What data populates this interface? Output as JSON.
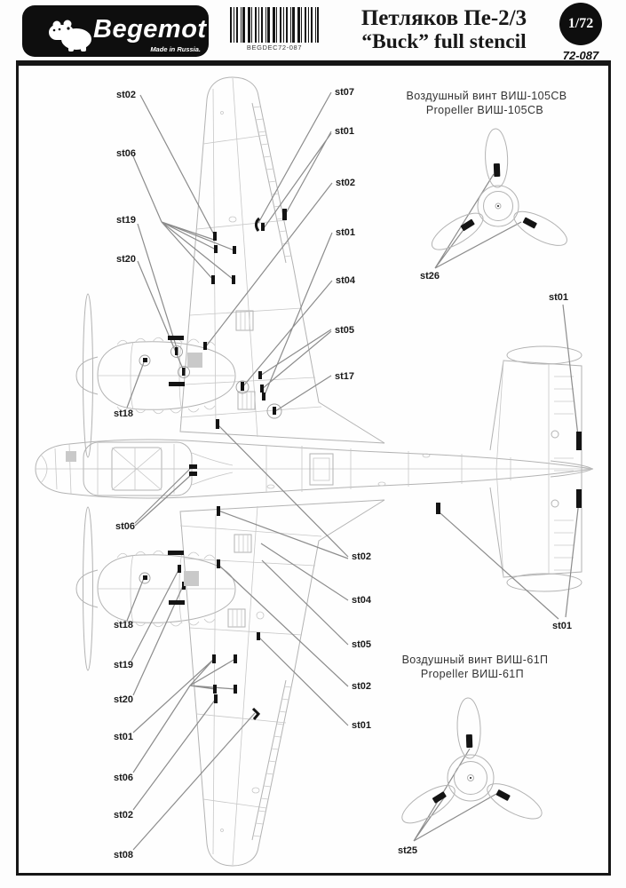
{
  "header": {
    "brand": "Begemot",
    "made_in": "Made in Russia.",
    "barcode_text": "BEGDEC72-087",
    "title_line1": "Петляков Пе-2/3",
    "title_line2": "“Buck” full stencil",
    "scale": "1/72",
    "product_code": "72-087"
  },
  "labels": {
    "left": [
      "st02",
      "st06",
      "st19",
      "st20",
      "st18",
      "st06",
      "st18",
      "st19",
      "st20",
      "st01",
      "st06",
      "st02",
      "st08"
    ],
    "right": [
      "st07",
      "st01",
      "st02",
      "st01",
      "st04",
      "st05",
      "st17"
    ],
    "right_lower": [
      "st02",
      "st04",
      "st05",
      "st02",
      "st01"
    ],
    "tail": [
      "st01",
      "st01"
    ]
  },
  "propellers": {
    "top": {
      "title_ru": "Воздушный винт ВИШ-105СВ",
      "title_en": "Propeller ВИШ-105СВ",
      "stencil": "st26"
    },
    "bottom": {
      "title_ru": "Воздушный винт ВИШ-61П",
      "title_en": "Propeller ВИШ-61П",
      "stencil": "st25"
    }
  }
}
